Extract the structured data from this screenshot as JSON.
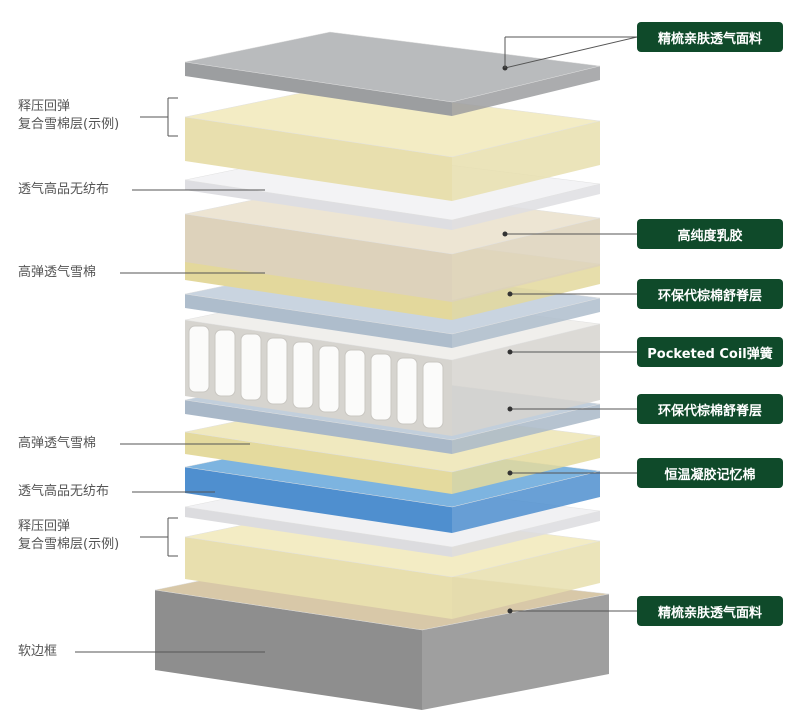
{
  "left_labels": [
    {
      "line1": "释压回弹",
      "line2": "复合雪棉层(示例)"
    },
    {
      "text": "透气高品无纺布"
    },
    {
      "text": "高弹透气雪棉"
    },
    {
      "text": "高弹透气雪棉"
    },
    {
      "text": "透气高品无纺布"
    },
    {
      "line1": "释压回弹",
      "line2": "复合雪棉层(示例)"
    },
    {
      "text": "软边框"
    }
  ],
  "right_labels": [
    "精梳亲肤透气面料",
    "高纯度乳胶",
    "环保代棕棉舒脊层",
    "Pocketed Coil弹簧",
    "环保代棕棉舒脊层",
    "恒温凝胶记忆棉",
    "精梳亲肤透气面料"
  ],
  "colors": {
    "label_box": "#0f4a2a",
    "leader": "#555555"
  }
}
